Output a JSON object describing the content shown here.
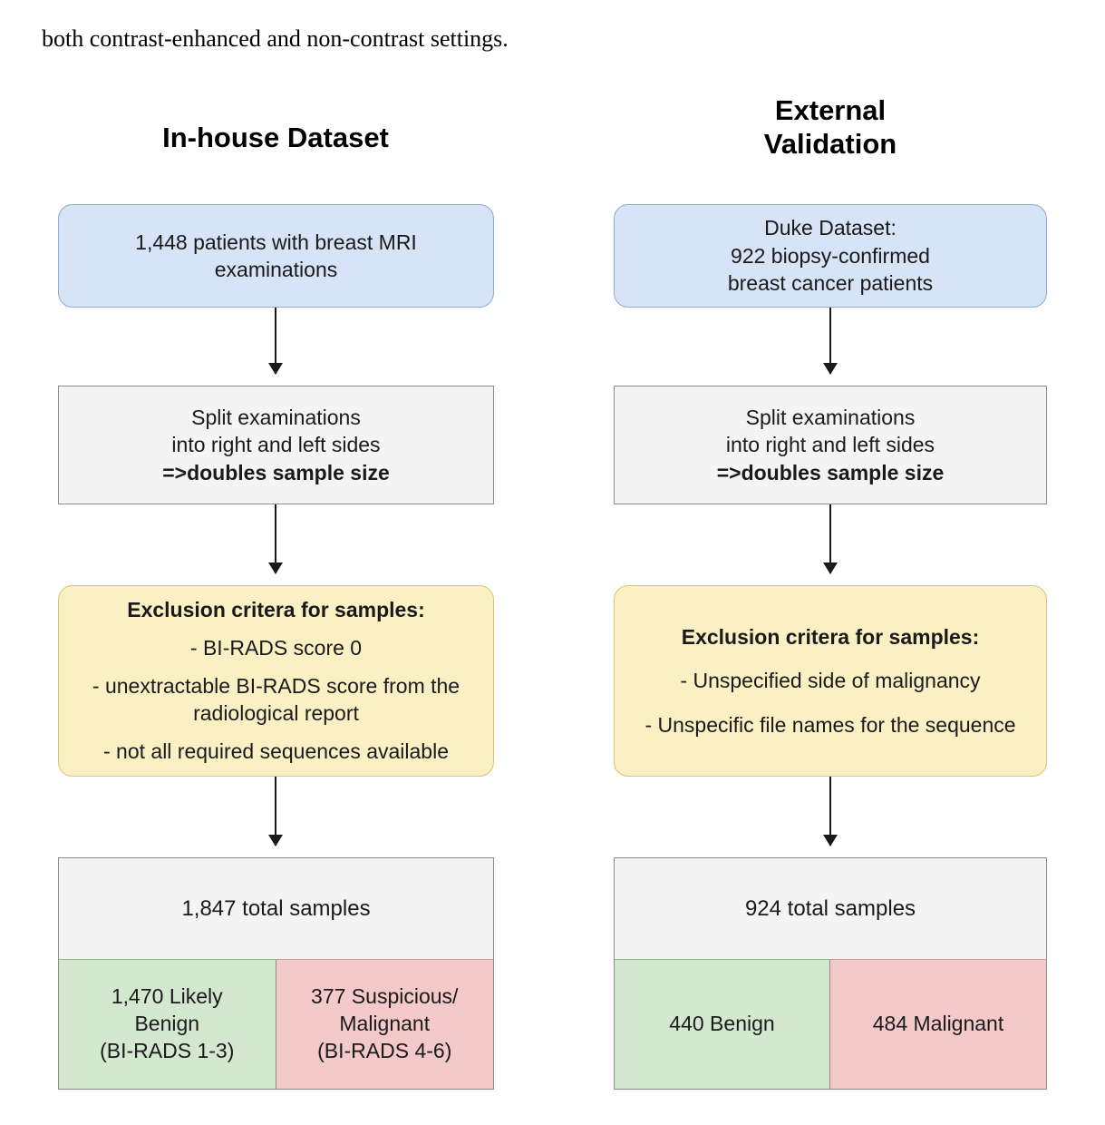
{
  "intro": {
    "text": "both contrast-enhanced and non-contrast settings."
  },
  "columns": {
    "left": {
      "title": "In-house Dataset",
      "source": {
        "line1": "1,448 patients with breast MRI",
        "line2": "examinations"
      },
      "split": {
        "line1": "Split examinations",
        "line2": "into right and left sides",
        "line3": "=>doubles sample size"
      },
      "exclusion": {
        "heading": "Exclusion critera for samples:",
        "item1": "- BI-RADS score 0",
        "item2a": "- unextractable BI-RADS score from the",
        "item2b": "radiological report",
        "item3": "- not all required sequences available"
      },
      "result": {
        "total": "1,847 total samples",
        "benign": {
          "line1": "1,470 Likely",
          "line2": "Benign",
          "line3": "(BI-RADS 1-3)"
        },
        "malignant": {
          "line1": "377 Suspicious/",
          "line2": "Malignant",
          "line3": "(BI-RADS 4-6)"
        }
      }
    },
    "right": {
      "title_line1": "External",
      "title_line2": "Validation",
      "source": {
        "line1": "Duke Dataset:",
        "line2": "922 biopsy-confirmed",
        "line3": "breast cancer patients"
      },
      "split": {
        "line1": "Split examinations",
        "line2": "into right and left sides",
        "line3": "=>doubles sample size"
      },
      "exclusion": {
        "heading": "Exclusion critera for samples:",
        "item1": "- Unspecified side of malignancy",
        "item2": "- Unspecific file names for the sequence"
      },
      "result": {
        "total": "924 total samples",
        "benign": {
          "line1": "440 Benign"
        },
        "malignant": {
          "line1": "484 Malignant"
        }
      }
    }
  },
  "colors": {
    "source_fill": "#d7e3f7",
    "source_stroke": "#8faad0",
    "process_fill": "#f4f4f4",
    "process_stroke": "#8c8c8c",
    "exclusion_fill": "#fbf0c4",
    "exclusion_stroke": "#d6c56a",
    "benign_fill": "#d4e8d0",
    "malignant_fill": "#f3c9c9",
    "arrow": "#1a1a1a"
  }
}
